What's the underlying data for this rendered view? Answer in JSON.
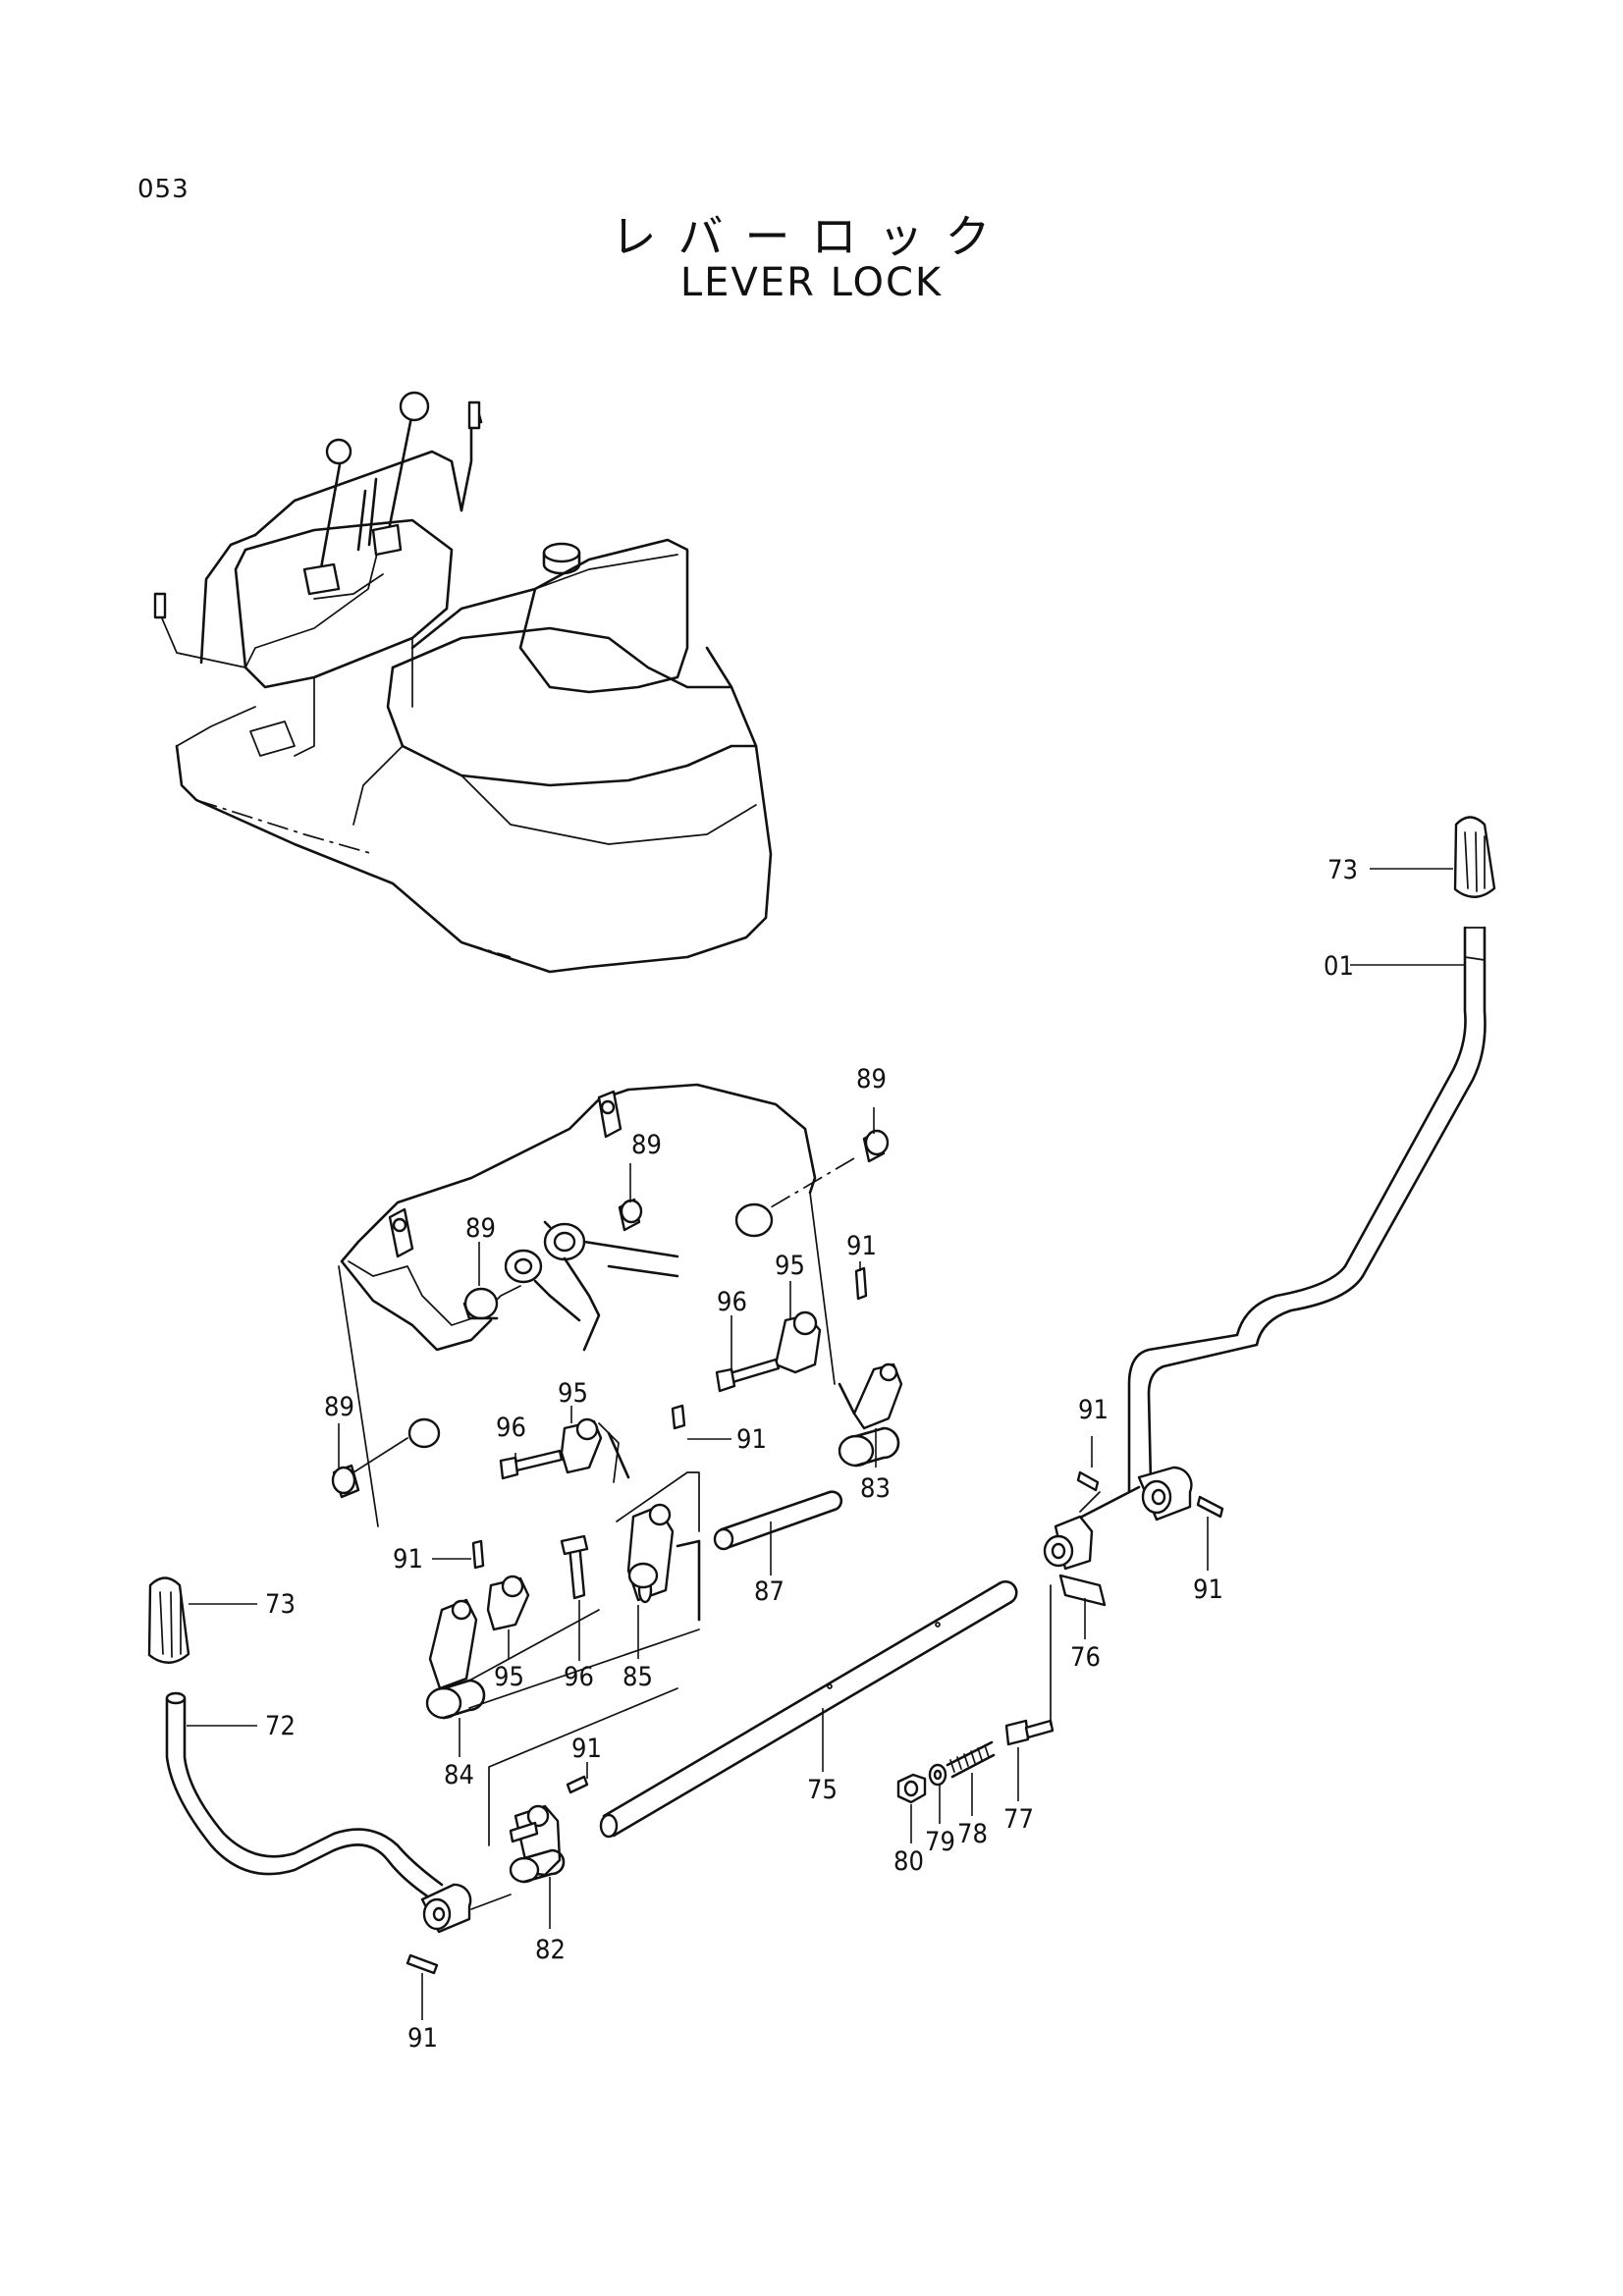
{
  "page_number": "053",
  "title_jp": "レバーロック",
  "title_en": "LEVER LOCK",
  "callouts": [
    "01",
    "72",
    "73",
    "73",
    "75",
    "76",
    "77",
    "78",
    "79",
    "80",
    "82",
    "83",
    "84",
    "85",
    "87",
    "89",
    "89",
    "89",
    "89",
    "91",
    "91",
    "91",
    "91",
    "91",
    "91",
    "95",
    "95",
    "95",
    "96",
    "96",
    "96"
  ]
}
